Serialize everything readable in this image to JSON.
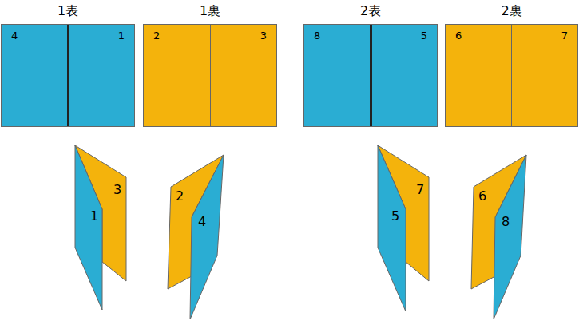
{
  "diagram": {
    "nodes": [
      {
        "text": [
          "1表",
          "4",
          "1"
        ]
      },
      {
        "text": [
          "1裏",
          "2",
          "3"
        ]
      },
      {
        "text": [
          "2表",
          "8",
          "5"
        ]
      },
      {
        "text": [
          "2裏",
          "6",
          "7"
        ]
      }
    ],
    "labels": [
      "3",
      "1",
      "2",
      "4",
      "7",
      "5",
      "6",
      "8"
    ]
  }
}
